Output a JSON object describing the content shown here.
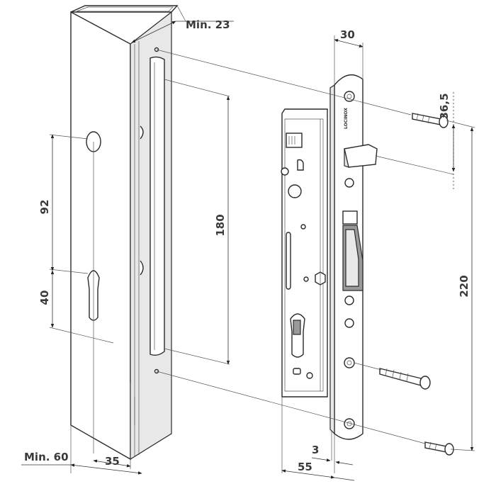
{
  "drawing": {
    "brand": "LOCINOX",
    "dimensions": {
      "min_23": "Min. 23",
      "d30": "30",
      "d36_5": "36,5",
      "d180": "180",
      "d92": "92",
      "d40": "40",
      "d220": "220",
      "min_60": "Min. 60",
      "d35": "35",
      "d3": "3",
      "d55": "55"
    }
  }
}
